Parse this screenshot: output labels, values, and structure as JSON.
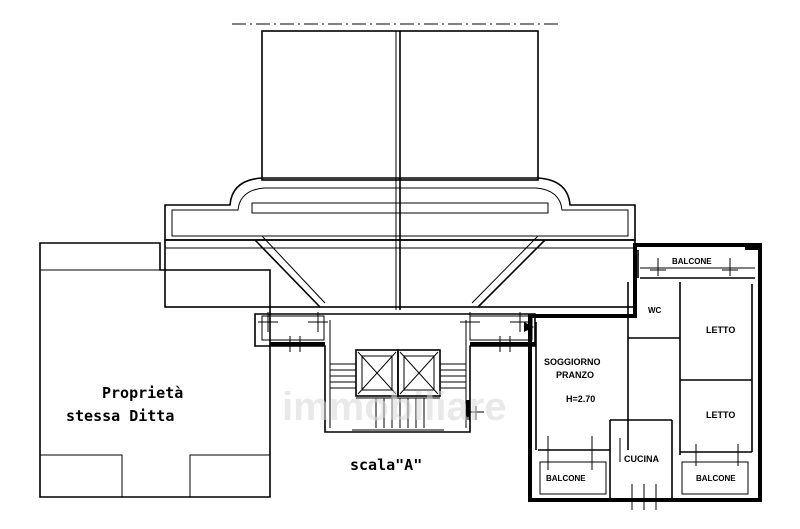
{
  "labels": {
    "ownership_line1": "Proprietà",
    "ownership_line2": "stessa Ditta",
    "stair": "scala\"A\"",
    "balcone_top": "BALCONE",
    "wc": "WC",
    "letto_1": "LETTO",
    "soggiorno_line1": "SOGGIORNO",
    "soggiorno_line2": "PRANZO",
    "height": "H=2.70",
    "letto_2": "LETTO",
    "cucina": "CUCINA",
    "balcone_left": "BALCONE",
    "balcone_right": "BALCONE"
  },
  "watermark": "immobiliare"
}
